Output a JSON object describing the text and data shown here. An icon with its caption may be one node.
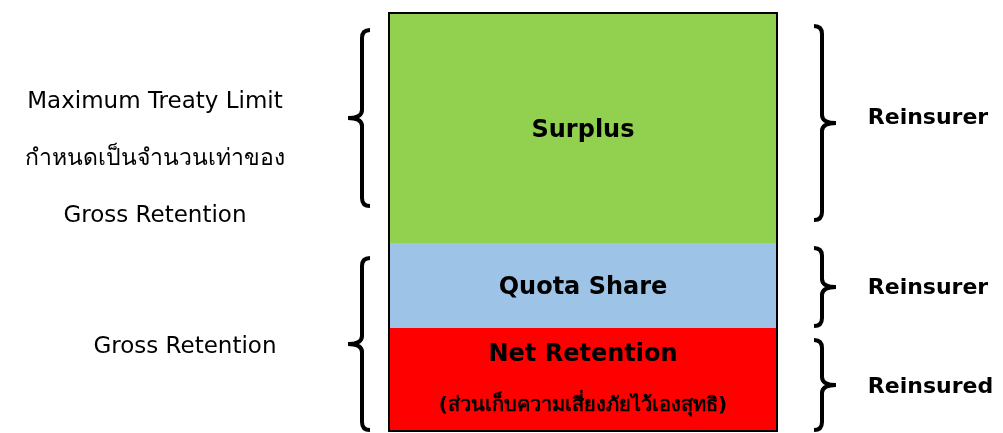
{
  "diagram": {
    "nodes": [
      {
        "text": [
          "Surplus"
        ]
      },
      {
        "text": [
          "Quota Share"
        ]
      },
      {
        "text": [
          "Net Retention",
          "(ส่วนเก็บความเสี่ยงภัยไว้เองสุทธิ)"
        ]
      }
    ],
    "labels": [
      "Maximum Treaty Limit กำหนดเป็นจำนวนเท่าของ Gross Retention",
      "Reinsurer",
      "Gross Retention",
      "Reinsurer",
      "Reinsured"
    ]
  }
}
